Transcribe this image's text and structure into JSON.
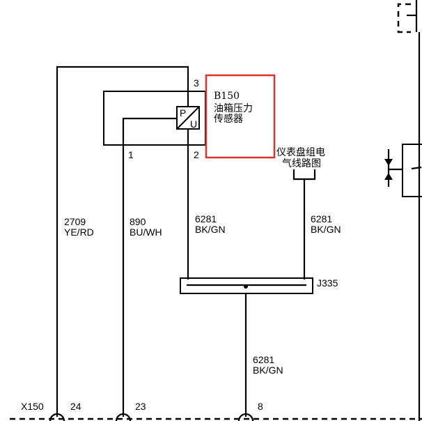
{
  "component": {
    "code": "B150",
    "name": "油箱压力传感器",
    "name_line1": "油箱压力",
    "name_line2": "传感器",
    "symbol_top": "P",
    "symbol_bottom": "U",
    "pins": {
      "top": "3",
      "left": "1",
      "right": "2"
    }
  },
  "reference": {
    "line1": "仪表盘组电",
    "line2": "气线路图"
  },
  "wires": [
    {
      "circuit": "2709",
      "color": "YE/RD"
    },
    {
      "circuit": "890",
      "color": "BU/WH"
    },
    {
      "circuit": "6281",
      "color": "BK/GN"
    },
    {
      "circuit": "6281",
      "color": "BK/GN"
    },
    {
      "circuit": "6281",
      "color": "BK/GN"
    }
  ],
  "splice": {
    "id": "J335"
  },
  "connector": {
    "id": "X150",
    "pins": [
      "24",
      "23",
      "8"
    ]
  },
  "highlight_color": "#d9342b"
}
